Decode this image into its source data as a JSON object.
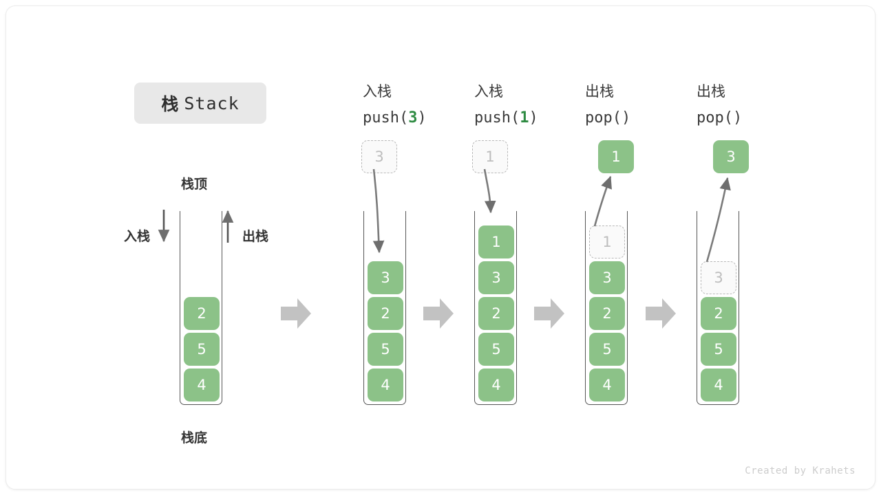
{
  "figure": {
    "title_cn": "栈",
    "title_en": "Stack",
    "watermark": "Created by Krahets"
  },
  "colors": {
    "element_green": "#8cc288",
    "ghost_border": "#b8b8b8",
    "ghost_text": "#bdbdbd",
    "arrow_gray": "#6e6e6e",
    "flow_arrow": "#c2c2c2",
    "badge_bg": "#e8e8e8",
    "text_dark": "#333333",
    "accent_green_text": "#2e8b42"
  },
  "legend": {
    "top_label": "栈顶",
    "bottom_label": "栈底",
    "push_label": "入栈",
    "pop_label": "出栈"
  },
  "steps": [
    {
      "id": "initial",
      "op_cn": "",
      "op_code_prefix": "",
      "op_code_arg": "",
      "op_code_suffix": "",
      "stack": [
        "2",
        "5",
        "4"
      ],
      "ghost_in_stack": null,
      "float_box": null,
      "float_box_kind": null
    },
    {
      "id": "push-3",
      "op_cn": "入栈",
      "op_code_prefix": "push(",
      "op_code_arg": "3",
      "op_code_suffix": ")",
      "stack": [
        "3",
        "2",
        "5",
        "4"
      ],
      "ghost_in_stack": null,
      "float_box": "3",
      "float_box_kind": "ghost"
    },
    {
      "id": "push-1",
      "op_cn": "入栈",
      "op_code_prefix": "push(",
      "op_code_arg": "1",
      "op_code_suffix": ")",
      "stack": [
        "1",
        "3",
        "2",
        "5",
        "4"
      ],
      "ghost_in_stack": null,
      "float_box": "1",
      "float_box_kind": "ghost"
    },
    {
      "id": "pop-1",
      "op_cn": "出栈",
      "op_code_prefix": "pop(",
      "op_code_arg": "",
      "op_code_suffix": ")",
      "stack": [
        "3",
        "2",
        "5",
        "4"
      ],
      "ghost_in_stack": "1",
      "float_box": "1",
      "float_box_kind": "solid"
    },
    {
      "id": "pop-3",
      "op_cn": "出栈",
      "op_code_prefix": "pop(",
      "op_code_arg": "",
      "op_code_suffix": ")",
      "stack": [
        "2",
        "5",
        "4"
      ],
      "ghost_in_stack": "3",
      "float_box": "3",
      "float_box_kind": "solid"
    }
  ],
  "cells": {
    "s0": [
      "2",
      "5",
      "4"
    ],
    "s1": [
      "3",
      "2",
      "5",
      "4"
    ],
    "s2": [
      "1",
      "3",
      "2",
      "5",
      "4"
    ],
    "s3_ghost": "1",
    "s3": [
      "3",
      "2",
      "5",
      "4"
    ],
    "s4_ghost": "3",
    "s4": [
      "2",
      "5",
      "4"
    ]
  },
  "float_boxes": {
    "push3": "3",
    "push1": "1",
    "pop1": "1",
    "pop3": "3"
  },
  "op_labels": {
    "push3_cn": "入栈",
    "push3_code_pre": "push(",
    "push3_code_arg": "3",
    "push3_code_post": ")",
    "push1_cn": "入栈",
    "push1_code_pre": "push(",
    "push1_code_arg": "1",
    "push1_code_post": ")",
    "pop1_cn": "出栈",
    "pop1_code": "pop()",
    "pop3_cn": "出栈",
    "pop3_code": "pop()"
  }
}
